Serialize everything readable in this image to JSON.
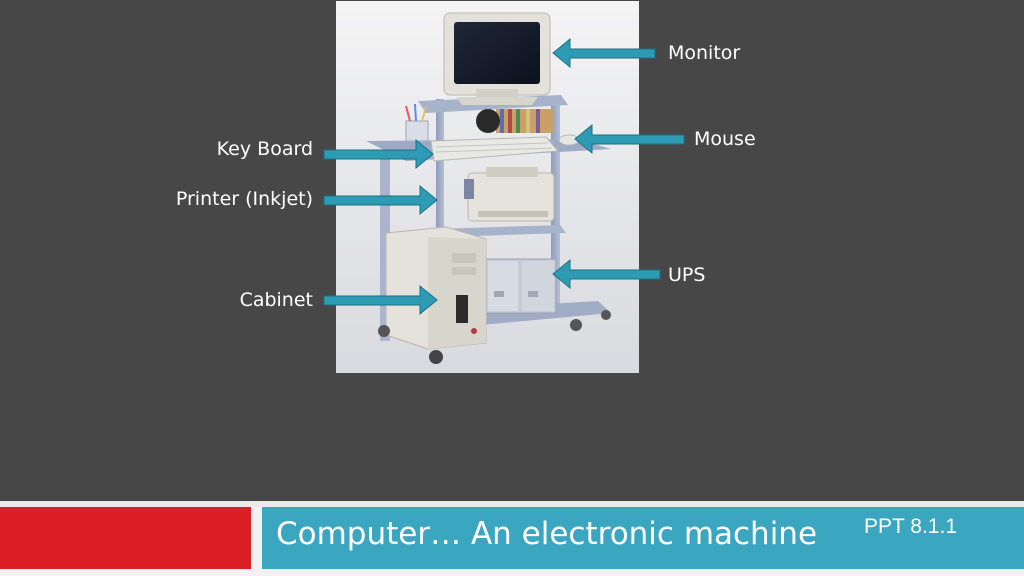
{
  "labels": {
    "monitor": "Monitor",
    "mouse": "Mouse",
    "keyboard": "Key Board",
    "printer": "Printer (Inkjet)",
    "ups": "UPS",
    "cabinet": "Cabinet"
  },
  "footer": {
    "title": "Computer… An electronic machine",
    "code": "PPT 8.1.1"
  },
  "colors": {
    "background": "#474747",
    "arrow": "#2e9bb5",
    "footer_red": "#dc1f26",
    "footer_teal": "#3ba6c0"
  }
}
